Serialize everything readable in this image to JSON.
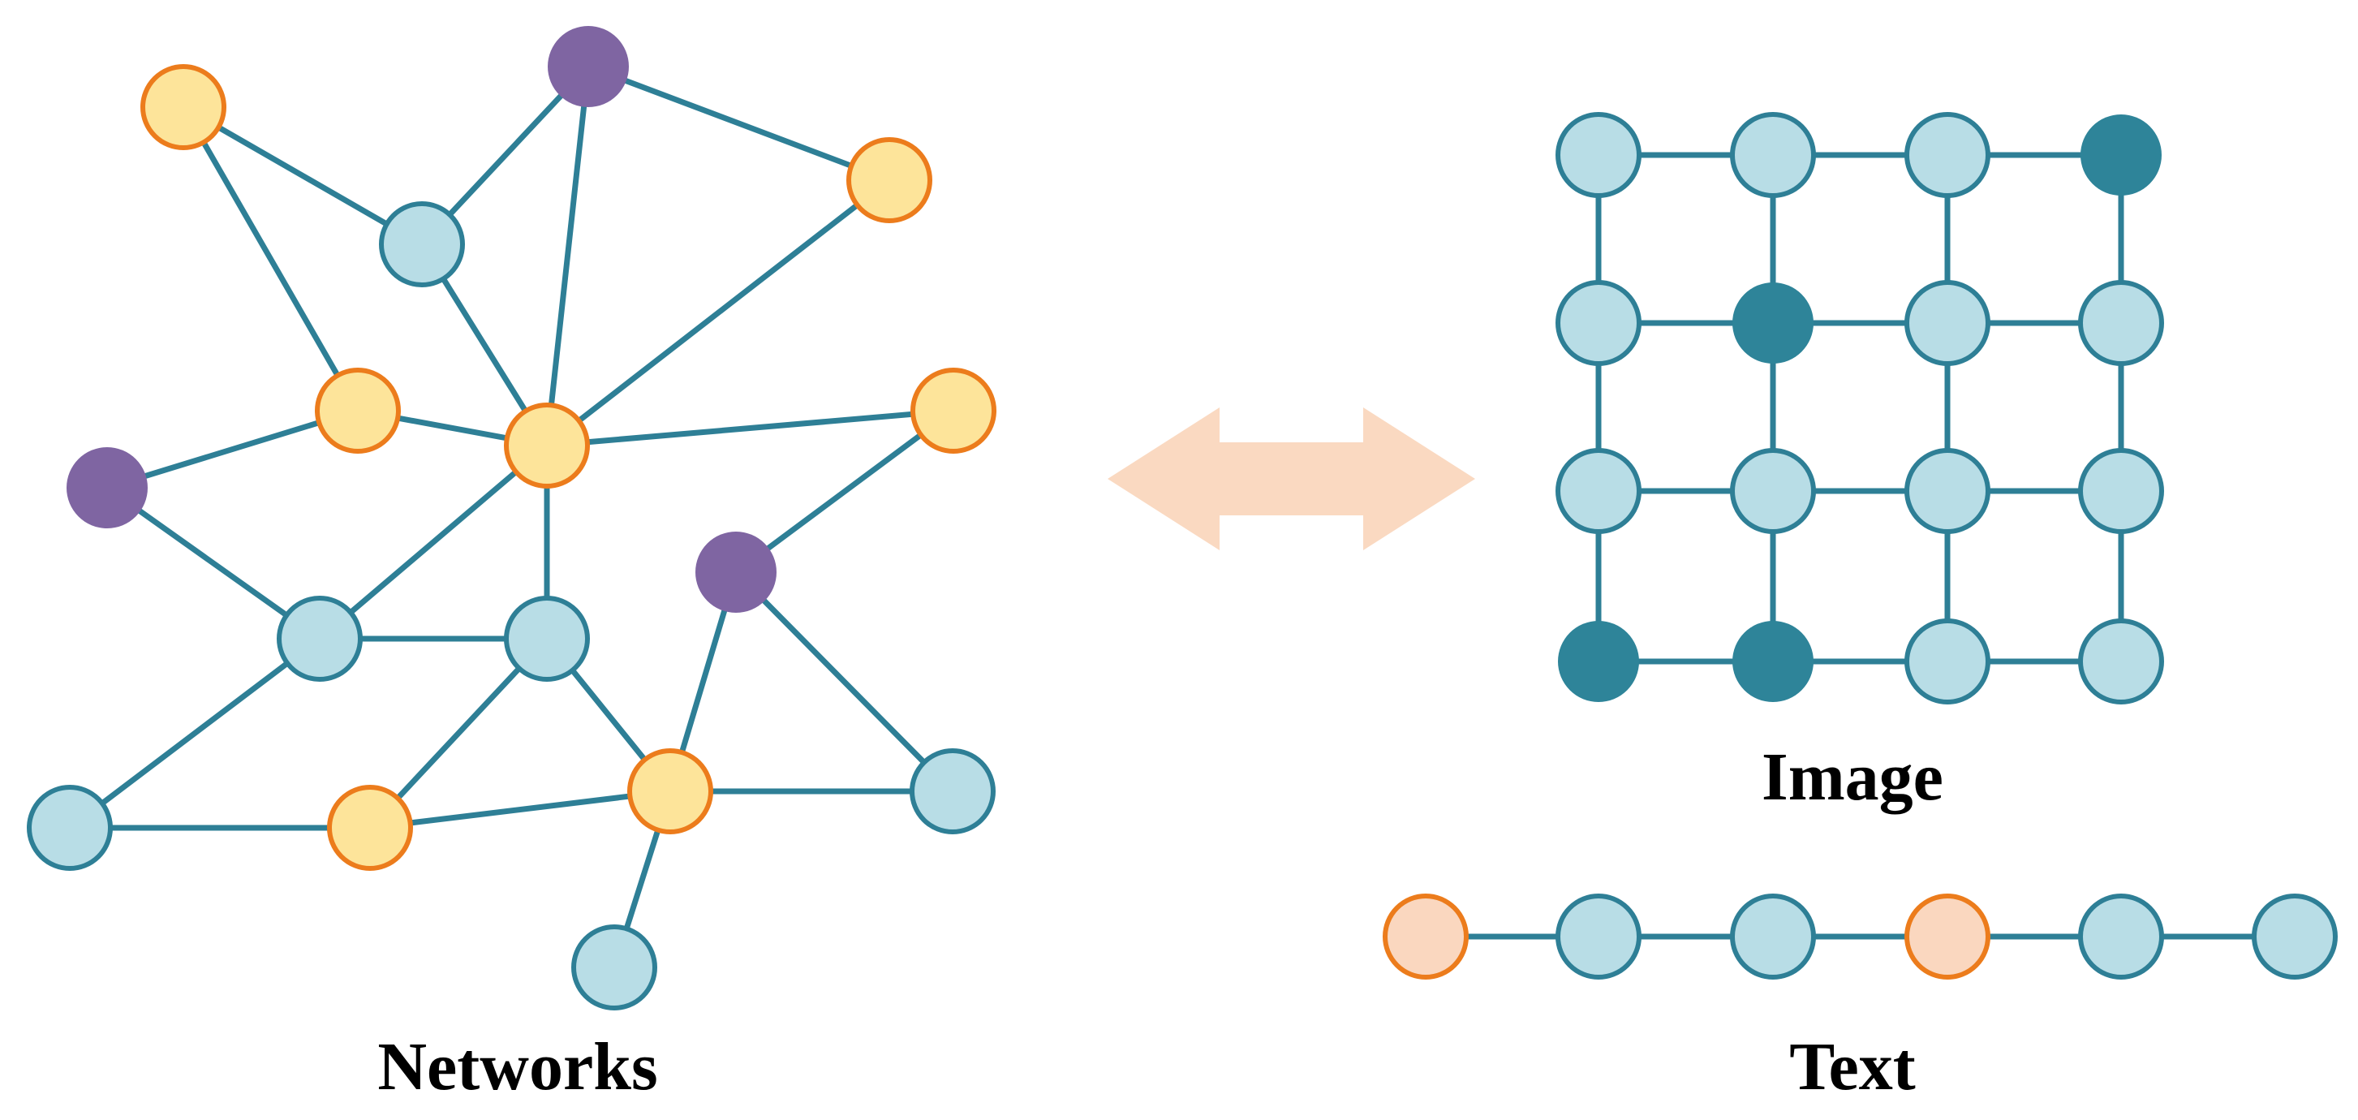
{
  "labels": {
    "networks": "Networks",
    "image": "Image",
    "text": "Text"
  },
  "colors": {
    "edge": "#2e7f96",
    "light_node_fill": "#b8dde6",
    "light_node_stroke": "#2e7f96",
    "dark_node_fill": "#2e8499",
    "yellow_node_fill": "#fde49a",
    "yellow_node_stroke": "#ec7c1c",
    "purple_node_fill": "#7f65a2",
    "peach_node_fill": "#fad7bf",
    "peach_node_stroke": "#ec7c1c",
    "arrow_fill": "#fad9c1"
  },
  "arrow_icon": "double-headed-arrow-icon",
  "networks": {
    "nodes": [
      {
        "id": "n1",
        "kind": "yellow"
      },
      {
        "id": "n2",
        "kind": "purple"
      },
      {
        "id": "n3",
        "kind": "yellow"
      },
      {
        "id": "n4",
        "kind": "light"
      },
      {
        "id": "n5",
        "kind": "yellow"
      },
      {
        "id": "n6",
        "kind": "yellow"
      },
      {
        "id": "n7",
        "kind": "yellow"
      },
      {
        "id": "n8",
        "kind": "purple"
      },
      {
        "id": "n9",
        "kind": "purple"
      },
      {
        "id": "n10",
        "kind": "light"
      },
      {
        "id": "n11",
        "kind": "light"
      },
      {
        "id": "n12",
        "kind": "light"
      },
      {
        "id": "n13",
        "kind": "yellow"
      },
      {
        "id": "n14",
        "kind": "yellow"
      },
      {
        "id": "n15",
        "kind": "light"
      },
      {
        "id": "n16",
        "kind": "light"
      }
    ],
    "edges": [
      [
        "n1",
        "n4"
      ],
      [
        "n1",
        "n5"
      ],
      [
        "n2",
        "n4"
      ],
      [
        "n2",
        "n3"
      ],
      [
        "n2",
        "n6"
      ],
      [
        "n3",
        "n6"
      ],
      [
        "n4",
        "n6"
      ],
      [
        "n5",
        "n6"
      ],
      [
        "n6",
        "n7"
      ],
      [
        "n5",
        "n8"
      ],
      [
        "n8",
        "n10"
      ],
      [
        "n6",
        "n10"
      ],
      [
        "n6",
        "n11"
      ],
      [
        "n10",
        "n11"
      ],
      [
        "n10",
        "n12"
      ],
      [
        "n12",
        "n13"
      ],
      [
        "n11",
        "n13"
      ],
      [
        "n11",
        "n14"
      ],
      [
        "n13",
        "n14"
      ],
      [
        "n7",
        "n9"
      ],
      [
        "n9",
        "n14"
      ],
      [
        "n9",
        "n15"
      ],
      [
        "n14",
        "n15"
      ],
      [
        "n14",
        "n16"
      ]
    ]
  },
  "image_grid": {
    "rows": 4,
    "cols": 4,
    "dark_cells": [
      [
        0,
        3
      ],
      [
        1,
        1
      ],
      [
        3,
        0
      ],
      [
        3,
        1
      ]
    ]
  },
  "text_sequence": {
    "nodes": [
      "peach",
      "light",
      "light",
      "peach",
      "light",
      "light"
    ]
  }
}
